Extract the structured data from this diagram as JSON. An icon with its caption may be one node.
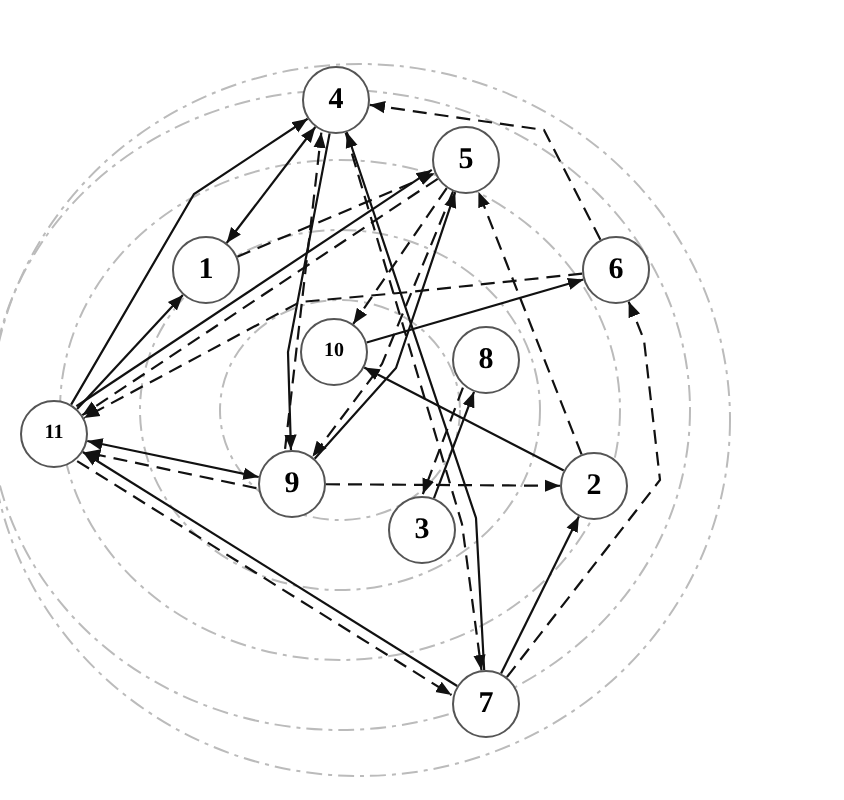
{
  "diagram": {
    "nodes": [
      {
        "text": [
          "4"
        ]
      },
      {
        "text": [
          "5"
        ]
      },
      {
        "text": [
          "1"
        ]
      },
      {
        "text": [
          "6"
        ]
      },
      {
        "text": [
          "10"
        ]
      },
      {
        "text": [
          "8"
        ]
      },
      {
        "text": [
          "11"
        ]
      },
      {
        "text": [
          "9"
        ]
      },
      {
        "text": [
          "3"
        ]
      },
      {
        "text": [
          "2"
        ]
      },
      {
        "text": [
          "7"
        ]
      }
    ],
    "edges": [
      {
        "from": 6,
        "to": 0,
        "arrow": "to"
      },
      {
        "from": 0,
        "to": 2,
        "arrow": "both"
      },
      {
        "from": 6,
        "to": 2,
        "arrow": "to"
      },
      {
        "from": 2,
        "to": 1,
        "arrow": "to",
        "style": "dashed"
      },
      {
        "from": 0,
        "to": 7,
        "arrow": "to"
      },
      {
        "from": 7,
        "to": 0,
        "arrow": "to",
        "style": "dashed"
      },
      {
        "from": 1,
        "to": 6,
        "arrow": "to",
        "style": "dashed"
      },
      {
        "from": 6,
        "to": 1,
        "arrow": "to"
      },
      {
        "from": 3,
        "to": 0,
        "arrow": "to",
        "style": "dashed"
      },
      {
        "from": 0,
        "to": 10,
        "arrow": "to",
        "style": "dashed"
      },
      {
        "from": 10,
        "to": 0,
        "arrow": "to"
      },
      {
        "from": 1,
        "to": 4,
        "arrow": "to",
        "style": "dashed"
      },
      {
        "from": 1,
        "to": 7,
        "arrow": "to",
        "style": "dashed"
      },
      {
        "from": 7,
        "to": 1,
        "arrow": "to"
      },
      {
        "from": 4,
        "to": 3,
        "arrow": "to"
      },
      {
        "from": 3,
        "to": 6,
        "arrow": "to",
        "style": "dashed"
      },
      {
        "from": 9,
        "to": 4,
        "arrow": "to"
      },
      {
        "from": 7,
        "to": 9,
        "arrow": "to",
        "style": "dashed"
      },
      {
        "from": 8,
        "to": 5,
        "arrow": "to"
      },
      {
        "from": 5,
        "to": 8,
        "arrow": "to",
        "style": "dashed"
      },
      {
        "from": 10,
        "to": 9,
        "arrow": "to"
      },
      {
        "from": 10,
        "to": 3,
        "arrow": "to",
        "style": "dashed"
      },
      {
        "from": 9,
        "to": 1,
        "arrow": "to",
        "style": "dashed"
      },
      {
        "from": 6,
        "to": 7,
        "arrow": "both"
      },
      {
        "from": 7,
        "to": 6,
        "arrow": "to",
        "style": "dashed"
      },
      {
        "from": 10,
        "to": 6,
        "arrow": "to"
      },
      {
        "from": 6,
        "to": 10,
        "arrow": "to",
        "style": "dashed"
      }
    ]
  }
}
